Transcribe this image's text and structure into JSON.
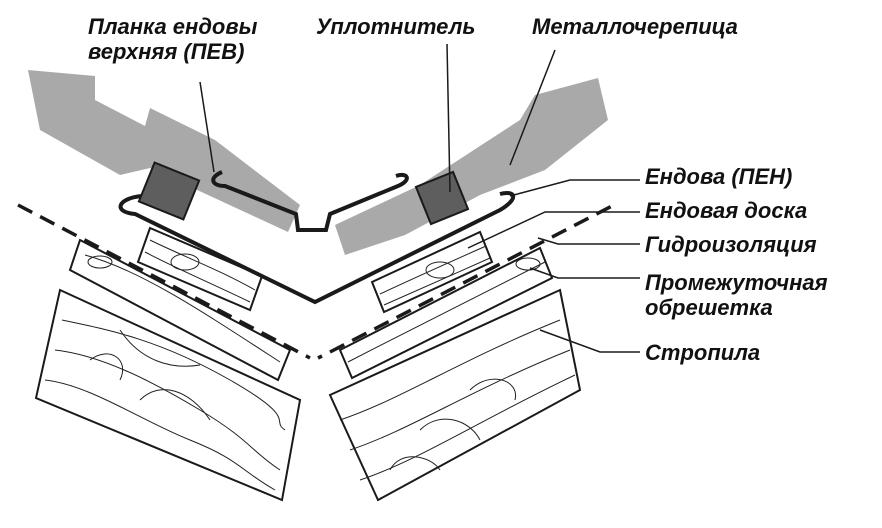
{
  "labels": {
    "valley_top_strip_line1": "Планка ендовы",
    "valley_top_strip_line2": "верхняя (ПЕВ)",
    "sealant": "Уплотнитель",
    "metal_tile": "Металлочерепица",
    "valley_bottom": "Ендова (ПЕН)",
    "valley_board": "Ендовая доска",
    "waterproofing": "Гидроизоляция",
    "intermediate_batten_line1": "Промежуточная",
    "intermediate_batten_line2": "обрешетка",
    "rafters": "Стропила"
  },
  "colors": {
    "tile": "#a9a9a9",
    "sealant": "#5e5e5e",
    "line": "#1a1a1a",
    "wood_fill": "#ffffff"
  }
}
